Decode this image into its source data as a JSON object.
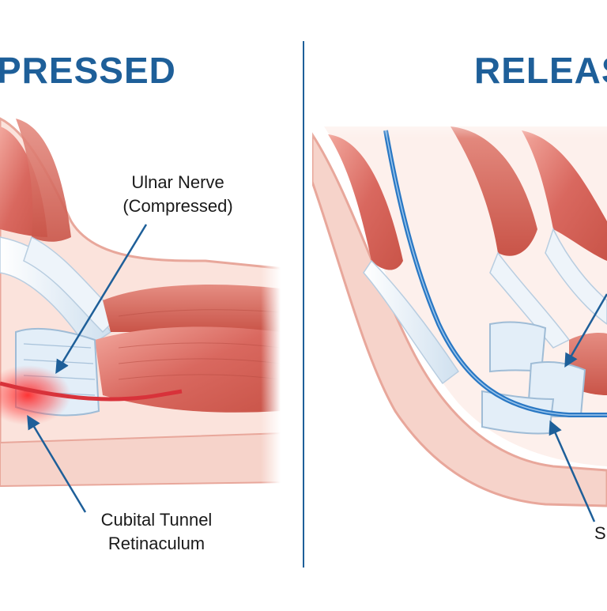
{
  "panels": {
    "left_title": "PRESSED",
    "right_title": "RELEAS"
  },
  "labels": {
    "nerve_line1": "Ulnar Nerve",
    "nerve_line2": "(Compressed)",
    "retinaculum_line1": "Cubital Tunnel",
    "retinaculum_line2": "Retinaculum",
    "right_partial": "S"
  },
  "colors": {
    "title_blue": "#1e5f99",
    "muscle_red": "#d9685f",
    "skin_pink": "#f4c9be",
    "nerve_red": "#e0323a",
    "nerve_blue": "#2a78c4",
    "ligament_blue": "#dbe8f4",
    "divider": "#1e5f99"
  }
}
